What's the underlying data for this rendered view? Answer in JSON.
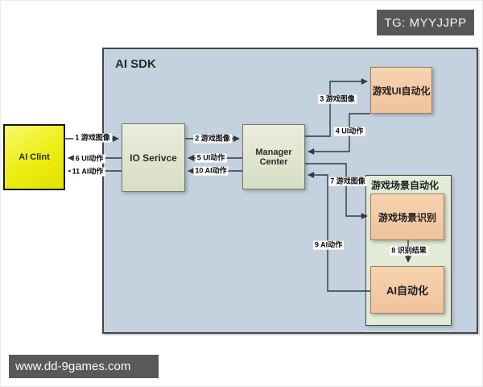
{
  "badges": {
    "tg": "TG: MYYJJPP",
    "website": "www.dd-9games.com"
  },
  "diagram": {
    "title": "AI SDK",
    "nodes": {
      "ai_client": "AI Clint",
      "io_service": "IO Serivce",
      "manager_center": "Manager Center",
      "game_ui_automation": "游戏UI自动化",
      "game_scene_automation": "游戏场景自动化",
      "game_scene_recognition": "游戏场景识别",
      "ai_automation": "AI自动化"
    },
    "edges": {
      "e1": "1 游戏图像",
      "e2": "2 游戏图像",
      "e3": "3 游戏图像",
      "e4": "4 UI动作",
      "e5": "5 UI动作",
      "e6": "6 UI动作",
      "e7": "7 游戏图像",
      "e8": "8 识别结果",
      "e9": "9 AI动作",
      "e10": "10 AI动作",
      "e11": "11 AI动作"
    },
    "colors": {
      "sdk_fill": "#c4d2df",
      "node_green_fill": "#dfe4cc",
      "node_orange_fill": "#f3cba5",
      "client_yellow": "#ededc0e",
      "scene_container_fill": "#e4ebd7",
      "arrow": "#34383c",
      "badge_bg": "#57575a"
    }
  }
}
